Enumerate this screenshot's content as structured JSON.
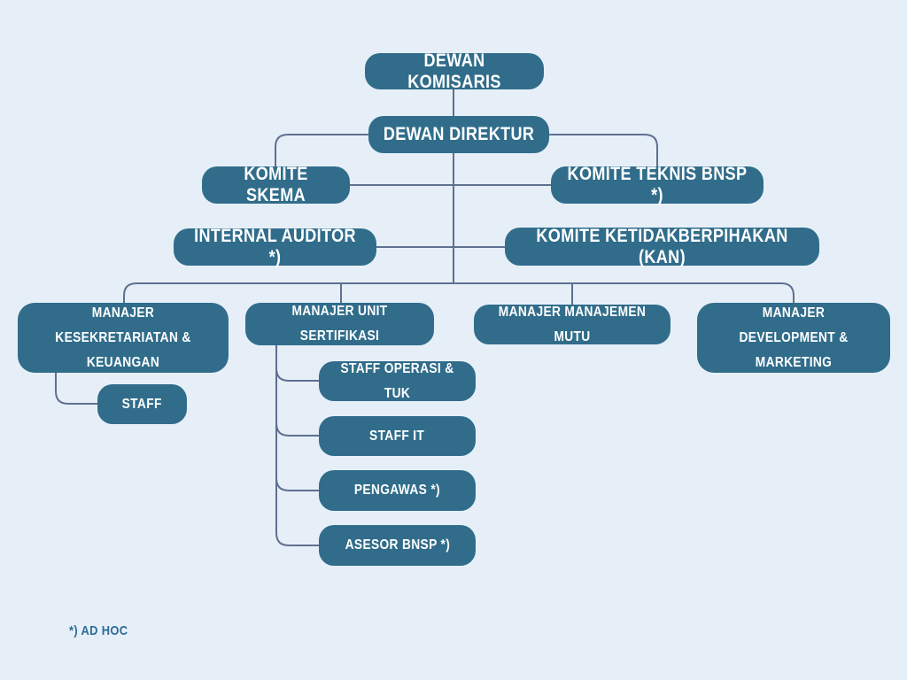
{
  "colors": {
    "background": "#e6eff8",
    "box_fill": "#316d8b",
    "connector_line": "#5e7090",
    "footnote_text": "#2c6c94",
    "box_text": "#ffffff"
  },
  "nodes": {
    "dewan_komisaris": {
      "label": "DEWAN KOMISARIS"
    },
    "dewan_direktur": {
      "label": "DEWAN DIREKTUR"
    },
    "komite_skema": {
      "label": "KOMITE SKEMA"
    },
    "komite_teknis": {
      "label": "KOMITE TEKNIS BNSP *)"
    },
    "internal_auditor": {
      "label": "INTERNAL AUDITOR *)"
    },
    "komite_kan": {
      "label": "KOMITE KETIDAKBERPIHAKAN (KAN)"
    },
    "mgr_kesekretariatan": {
      "label": "MANAJER\nKESEKRETARIATAN & KEUANGAN"
    },
    "mgr_sertifikasi": {
      "label": "MANAJER UNIT SERTIFIKASI"
    },
    "mgr_mutu": {
      "label": "MANAJER MANAJEMEN MUTU"
    },
    "mgr_devmkt": {
      "label": "MANAJER\nDEVELOPMENT & MARKETING"
    },
    "staff": {
      "label": "STAFF"
    },
    "staff_operasi": {
      "label": "STAFF OPERASI & TUK"
    },
    "staff_it": {
      "label": "STAFF IT"
    },
    "pengawas": {
      "label": "PENGAWAS *)"
    },
    "asesor": {
      "label": "ASESOR BNSP *)"
    }
  },
  "footnote": "*) AD HOC"
}
